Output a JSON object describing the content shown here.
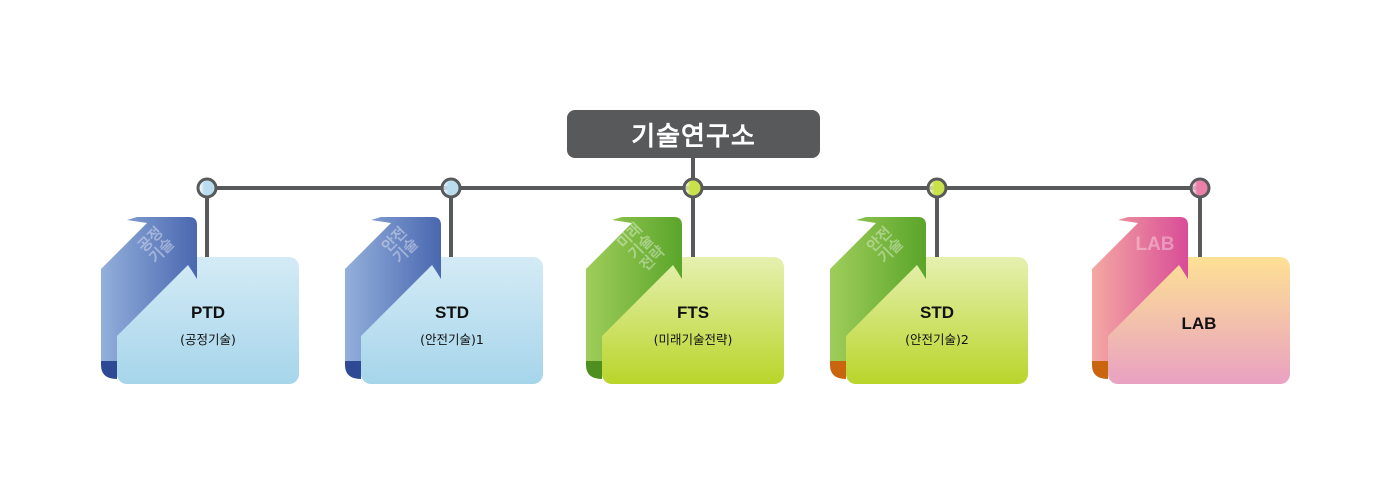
{
  "root": {
    "label": "기술연구소",
    "color": "#58595b"
  },
  "connector_color": "#58595b",
  "units": [
    {
      "code": "PTD",
      "subtitle": "(공정기술)",
      "arrow_text_lines": [
        "공정",
        "기술"
      ],
      "node_color": "#b9dcef",
      "theme": "blue",
      "colors": {
        "card_top": "#d4ebf6",
        "card_bottom": "#a6d5ea",
        "arrow_light": "#93afdb",
        "arrow_dark": "#4a67b0",
        "curl": "#2e4a94"
      }
    },
    {
      "code": "STD",
      "subtitle": "(안전기술)1",
      "arrow_text_lines": [
        "안전",
        "기술"
      ],
      "node_color": "#b9dcef",
      "theme": "blue",
      "colors": {
        "card_top": "#d4ebf6",
        "card_bottom": "#a6d5ea",
        "arrow_light": "#93afdb",
        "arrow_dark": "#4a67b0",
        "curl": "#2e4a94"
      }
    },
    {
      "code": "FTS",
      "subtitle": "(미래기술전략)",
      "arrow_text_lines": [
        "미래",
        "기술",
        "전략"
      ],
      "node_color": "#c9e24c",
      "theme": "green",
      "colors": {
        "card_top": "#e6f0b0",
        "card_bottom": "#b9d52a",
        "arrow_light": "#9fcd5a",
        "arrow_dark": "#5aa52a",
        "curl": "#4e8f1f"
      }
    },
    {
      "code": "STD",
      "subtitle": "(안전기술)2",
      "arrow_text_lines": [
        "안전",
        "기술"
      ],
      "node_color": "#c9e24c",
      "theme": "green",
      "colors": {
        "card_top": "#e6f0b0",
        "card_bottom": "#b9d52a",
        "arrow_light": "#9fcd5a",
        "arrow_dark": "#5aa52a",
        "curl": "#c9650f"
      }
    },
    {
      "code": "LAB",
      "subtitle": "",
      "arrow_text_lines": [
        "LAB"
      ],
      "node_color": "#ea7fa8",
      "theme": "pink",
      "colors": {
        "card_top": "#fde194",
        "card_bottom": "#e9a1c2",
        "arrow_light": "#f4a8a3",
        "arrow_dark": "#d94c97",
        "curl": "#c9650f"
      }
    }
  ]
}
